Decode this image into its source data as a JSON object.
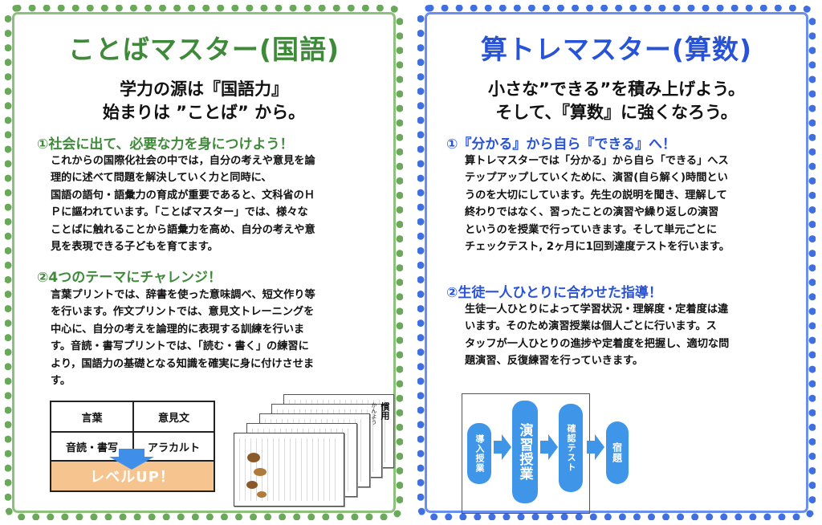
{
  "left": {
    "title": "ことばマスター(国語)",
    "lead_line1": "学力の源は『国語力』",
    "lead_line2": "始まりは ”ことば” から。",
    "section1": {
      "heading": "①社会に出て、必要な力を身につけよう！",
      "lines": [
        "これからの国際化社会の中では，自分の考えや意見を論",
        "理的に述べて問題を解決していく力と同時に、",
        "国語の語句・語彙力の育成が重要であると、文科省のＨ",
        "Ｐに謳われています。「ことばマスター」では、様々な",
        "ことばに触れることから語彙力を高め、自分の考えや意",
        "見を表現できる子どもを育てます。"
      ]
    },
    "section2": {
      "heading": "②4つのテーマにチャレンジ！",
      "lines": [
        "言葉プリントでは、辞書を使った意味調べ、短文作り等",
        "を行います。作文プリントでは、意見文トレーニングを",
        "中心に、自分の考えを論理的に表現する訓練を行いま",
        "す。音読・書写プリントでは、「読む・書く」の練習に",
        "より，国語力の基礎となる知識を確実に身に付けさせま",
        "す。"
      ]
    },
    "level_table": {
      "cells": [
        "言葉",
        "意見文",
        "音読・書写",
        "アラカルト"
      ],
      "level_label": "レベルUP！",
      "level_color": "#f6c48e",
      "arrow_color": "#3f8fe8"
    },
    "worksheet": {
      "title": "慣用",
      "kana": "かんよう"
    }
  },
  "right": {
    "title": "算トレマスター(算数)",
    "lead_line1": "小さな”できる”を積み上げよう。",
    "lead_line2": "そして、『算数』に強くなろう。",
    "section1": {
      "heading": "①『分かる』から自ら『できる』へ！",
      "lines": [
        "算トレマスターでは「分かる」から自ら「できる」へス",
        "テップアップしていくために、演習(自ら解く)時間とい",
        "うのを大切にしています。先生の説明を聞き、理解して",
        "終わりではなく、習ったことの演習や繰り返しの演習",
        "というのを授業で行っていきます。そして単元ごとに",
        "チェックテスト, 2ヶ月に1回到達度テストを行います。"
      ]
    },
    "section2": {
      "heading": "②生徒一人ひとりに合わせた指導！",
      "lines": [
        "生徒一人ひとりによって学習状況・理解度・定着度は違",
        "います。そのため演習授業は個人ごとに行います。ス",
        "タッフが一人ひとりの進捗や定着度を把握し、適切な問",
        "題演習、反復練習を行っていきます。"
      ]
    },
    "flow": {
      "steps": [
        "導入授業",
        "演習授業",
        "確認テスト",
        "宿題"
      ],
      "box_color": "#3f96e9"
    }
  },
  "colors": {
    "green": "#3f8a3a",
    "blue": "#2853d6"
  }
}
